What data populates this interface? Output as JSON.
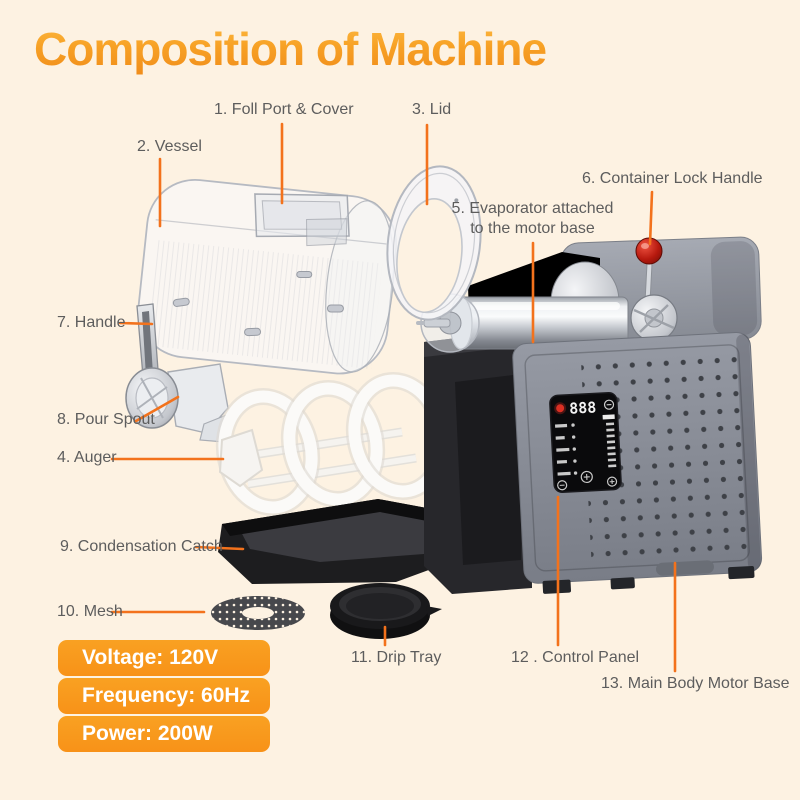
{
  "title": "Composition of Machine",
  "parts": [
    {
      "text": "1.  Foll Port & Cover"
    },
    {
      "text": "2. Vessel"
    },
    {
      "text": "3. Lid"
    },
    {
      "text": "4. Auger"
    },
    {
      "text_line1": "5. Evaporator attached",
      "text_line2": "to the motor base"
    },
    {
      "text": "6. Container Lock Handle"
    },
    {
      "text": "7. Handle"
    },
    {
      "text": "8. Pour Spout"
    },
    {
      "text": "9. Condensation Catch"
    },
    {
      "text": "10. Mesh"
    },
    {
      "text": "11. Drip Tray"
    },
    {
      "text": "12 . Control Panel"
    },
    {
      "text": "13. Main Body Motor Base"
    }
  ],
  "specs": [
    "Voltage: 120V",
    "Frequency: 60Hz",
    "Power: 200W"
  ],
  "control_panel": {
    "display": "888"
  },
  "colors": {
    "background": "#fdf2e2",
    "leader_line_orange": "#f3721c",
    "badge_orange": "#f89a1d",
    "title_gradient_top": "#fcb942",
    "title_gradient_bottom": "#f08c1a",
    "label_gray": "#5d5d5d",
    "machine_gray": "#8a8e98",
    "lock_knob_red": "#b6190e"
  }
}
